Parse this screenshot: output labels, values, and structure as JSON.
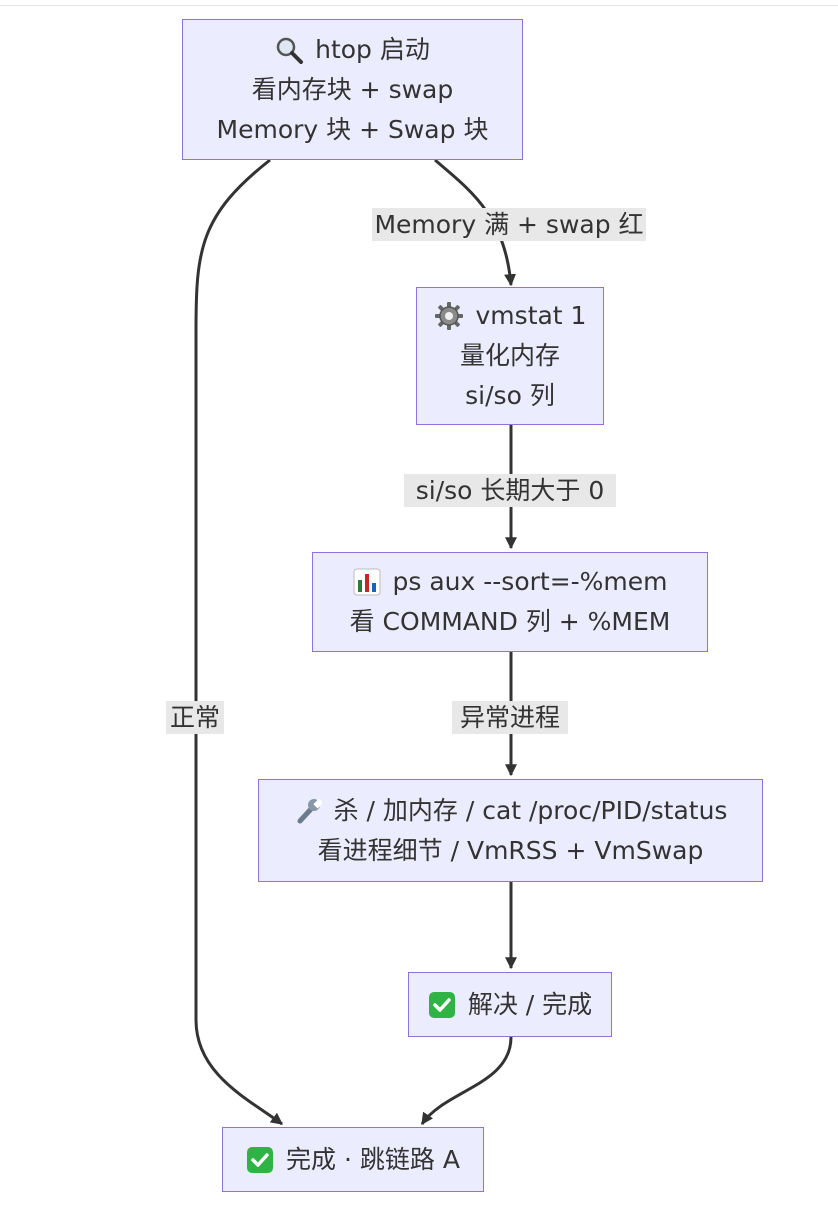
{
  "nodes": {
    "htop": {
      "icon": "magnifier-icon",
      "lines": [
        "htop 启动",
        "看内存块 + swap",
        "Memory 块 + Swap 块"
      ]
    },
    "vmstat": {
      "icon": "gear-icon",
      "lines": [
        "vmstat 1",
        "量化内存",
        "si/so 列"
      ]
    },
    "ps": {
      "icon": "bar-chart-icon",
      "lines": [
        "ps aux --sort=-%mem",
        "看 COMMAND 列 + %MEM"
      ]
    },
    "fix": {
      "icon": "wrench-icon",
      "lines": [
        "杀 / 加内存 / cat /proc/PID/status",
        "看进程细节 / VmRSS + VmSwap"
      ]
    },
    "solved": {
      "icon": "check-mark-icon",
      "lines": [
        "解决 / 完成"
      ]
    },
    "done": {
      "icon": "check-mark-icon",
      "lines": [
        "完成 · 跳链路 A"
      ]
    }
  },
  "edges": {
    "htop_vmstat": "Memory 满 + swap 红",
    "vmstat_ps": "si/so 长期大于 0",
    "ps_fix": "异常进程",
    "htop_done": "正常"
  },
  "colors": {
    "node_fill": "#ececff",
    "node_border": "#9370db",
    "edge": "#333333",
    "label_bg": "#e8e8e8",
    "check_green": "#2fb344"
  }
}
